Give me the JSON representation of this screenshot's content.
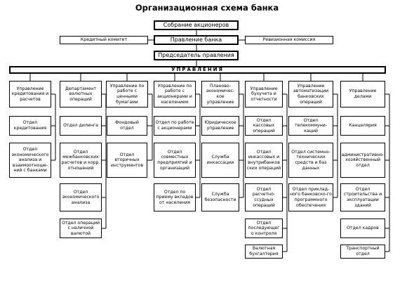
{
  "title": "Организационная схема банка",
  "top": {
    "shareholders": "Собрание акционеров",
    "credit_committee": "Кредитный комитет",
    "board": "Правление банка",
    "audit": "Ревизионная комиссия",
    "chairman": "Председатель правления",
    "management": "УПРАВЛЕНИЯ"
  },
  "columns": [
    {
      "head": "Управление кредитования и расчетов",
      "units": [
        "Отдел кредитования",
        "Отдел экономического анализа и взаимоотноше-ний с банками"
      ]
    },
    {
      "head": "Департамент валютных операций",
      "units": [
        "Отдел дилинга",
        "Отдел межбанковских расчетов и корр. отношений",
        "Отдел экономического анализа",
        "Отдел операций с наличной валютой"
      ]
    },
    {
      "head": "Управление по работе с ценными бумагами",
      "units": [
        "Фондовый отдел",
        "Отдел вторичных инструментов"
      ]
    },
    {
      "head": "Управление по работе с акционерами и населением",
      "units": [
        "Отдел по работе с акционерами",
        "Отдел совместных предприятий и организаций",
        "Отдел по приему вкладов от населения"
      ]
    },
    {
      "head": "Планово-экономичес-кое управление",
      "units": [
        "Юридическое управление",
        "Служба инкассации",
        "Служба безопасности"
      ]
    },
    {
      "head": "Управление бухучета и отчетности",
      "units": [
        "Отдел кассовых операций",
        "Отдел инкассовых и внутрибанков ских операций",
        "Отдел расчетно-ссудных операций",
        "Отдел последующег о контроля",
        "Валютная бухгалтерия"
      ]
    },
    {
      "head": "Управление автоматизации банковских операций",
      "units": [
        "Отдел телекоммуни-каций",
        "Отдел системно-технических средств и баз данных",
        "Отдел приклад-ного банковско-го программного обеспечения"
      ]
    },
    {
      "head": "Управление делами",
      "units": [
        "Канцелярия",
        "административно-хозяйственный отдел",
        "Отдел строительства и эксплуатации зданий",
        "Отдел кадров",
        "Транспортный отдел"
      ]
    }
  ]
}
